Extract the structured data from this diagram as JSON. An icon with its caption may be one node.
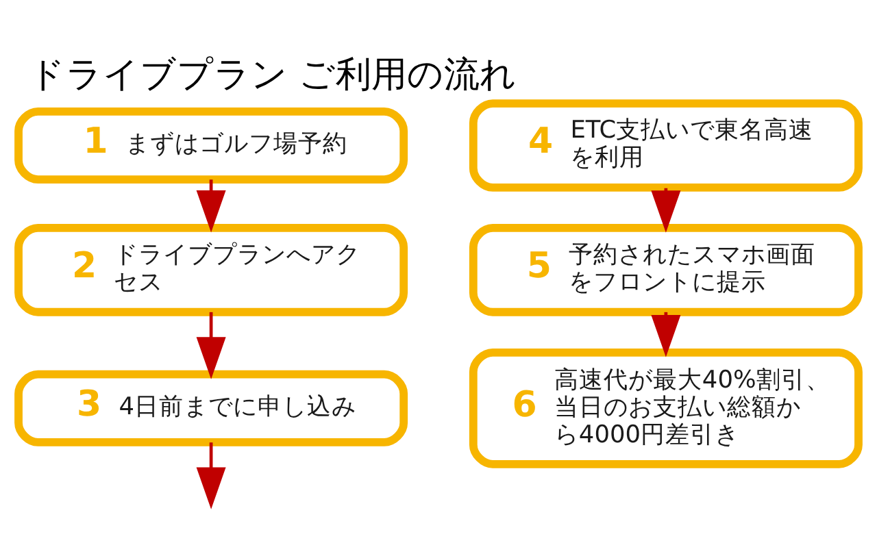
{
  "diagram": {
    "title": "ドライブプラン ご利用の流れ",
    "nodes": [
      {
        "text": [
          "1",
          "まずはゴルフ場予約"
        ]
      },
      {
        "text": [
          "2",
          "ドライブプランへアクセス"
        ]
      },
      {
        "text": [
          "3",
          "4日前までに申し込み"
        ]
      },
      {
        "text": [
          "4",
          "ETC支払いで東名高速を利用"
        ]
      },
      {
        "text": [
          "5",
          "予約されたスマホ画面をフロントに提示"
        ]
      },
      {
        "text": [
          "6",
          "高速代が最大40%割引、当日のお支払い総額から4000円差引き"
        ]
      }
    ],
    "edges": [
      {
        "from": 0,
        "to": 1,
        "arrow": "to"
      },
      {
        "from": 1,
        "to": 2,
        "arrow": "to"
      },
      {
        "from": 2,
        "to": null,
        "arrow": "to"
      },
      {
        "from": 3,
        "to": 4,
        "arrow": "to"
      },
      {
        "from": 4,
        "to": 5,
        "arrow": "to"
      }
    ]
  }
}
